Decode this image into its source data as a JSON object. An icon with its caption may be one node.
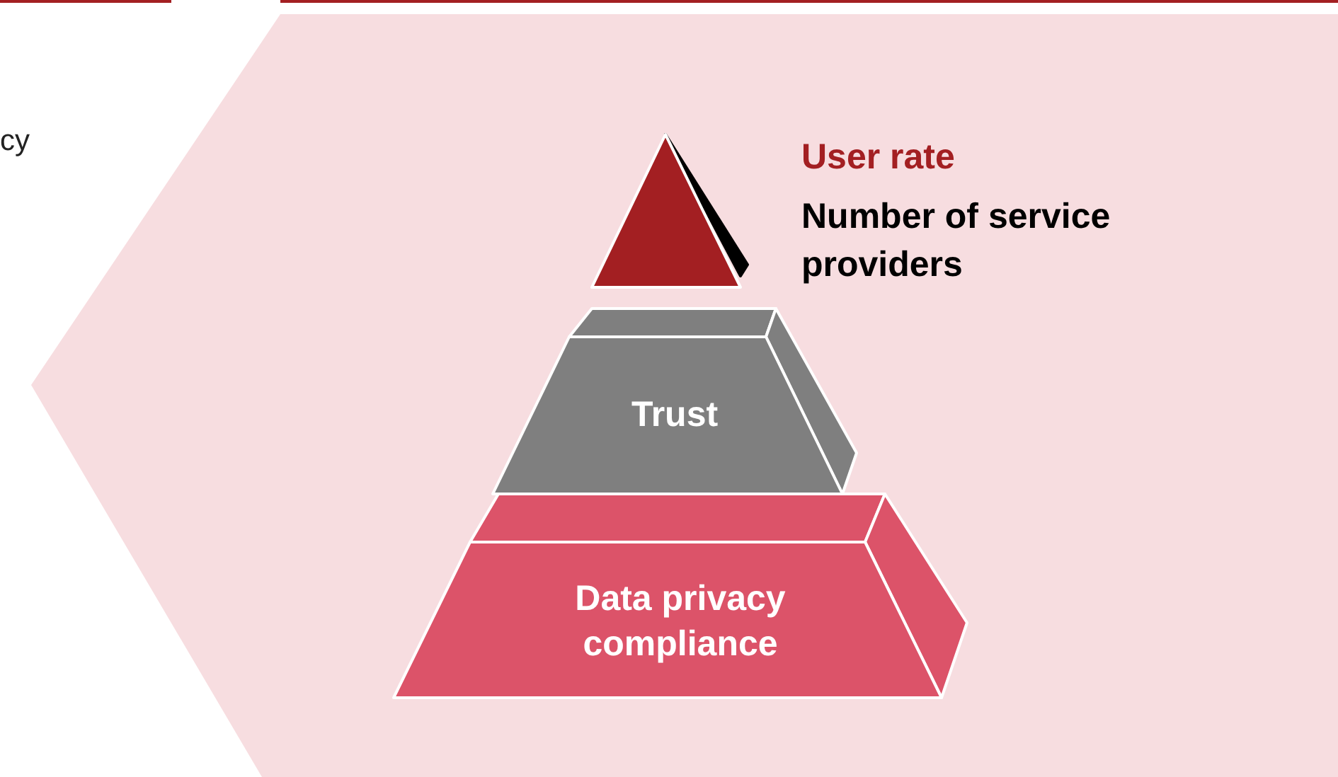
{
  "diagram": {
    "nodes": [
      {
        "text": [],
        "shape": "triangle",
        "beside": [
          "User rate",
          "Number of service providers"
        ]
      },
      {
        "text": [
          "Trust"
        ]
      },
      {
        "text": [
          "Data privacy compliance"
        ]
      }
    ],
    "labels": [
      "cy"
    ]
  }
}
